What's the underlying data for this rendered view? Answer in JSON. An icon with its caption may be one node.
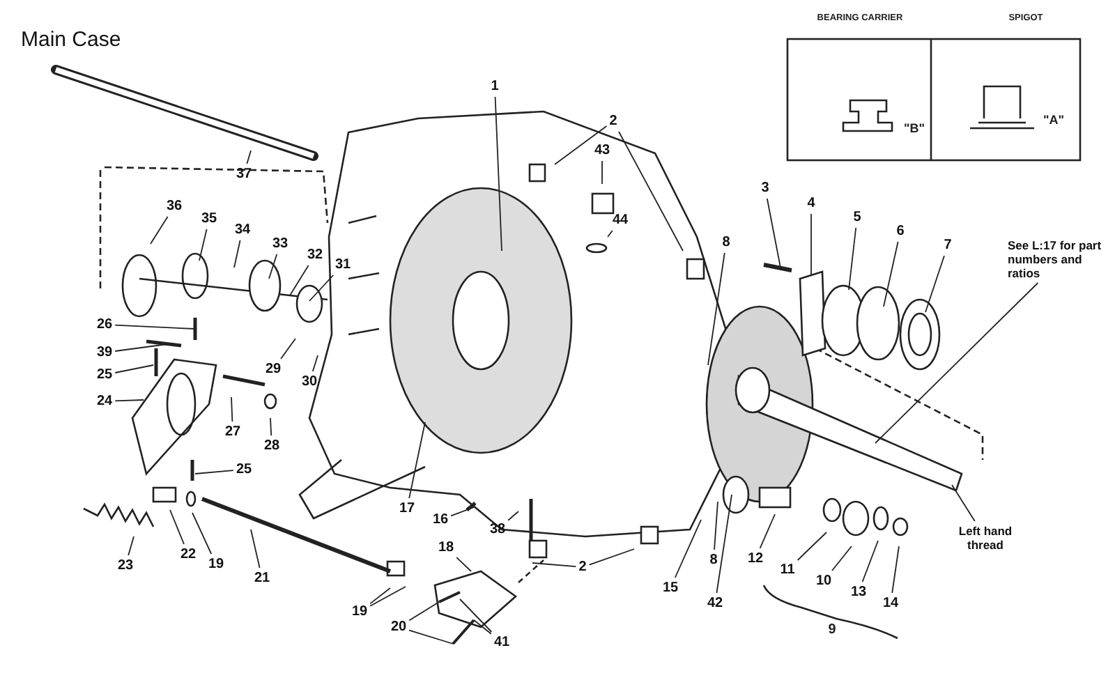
{
  "diagram": {
    "title": "Main Case",
    "nodes": [
      {
        "text": [
          "1"
        ]
      },
      {
        "text": [
          "2"
        ]
      },
      {
        "text": [
          "43"
        ]
      },
      {
        "text": [
          "44"
        ]
      },
      {
        "text": [
          "37"
        ]
      },
      {
        "text": [
          "36"
        ]
      },
      {
        "text": [
          "35"
        ]
      },
      {
        "text": [
          "34"
        ]
      },
      {
        "text": [
          "33"
        ]
      },
      {
        "text": [
          "32"
        ]
      },
      {
        "text": [
          "31"
        ]
      },
      {
        "text": [
          "3"
        ]
      },
      {
        "text": [
          "4"
        ]
      },
      {
        "text": [
          "5"
        ]
      },
      {
        "text": [
          "6"
        ]
      },
      {
        "text": [
          "7"
        ]
      },
      {
        "text": [
          "8"
        ]
      },
      {
        "text": [
          "See L:17 for part numbers and ratios"
        ]
      },
      {
        "text": [
          "26"
        ]
      },
      {
        "text": [
          "39"
        ]
      },
      {
        "text": [
          "25"
        ]
      },
      {
        "text": [
          "24"
        ]
      },
      {
        "text": [
          "29"
        ]
      },
      {
        "text": [
          "30"
        ]
      },
      {
        "text": [
          "27"
        ]
      },
      {
        "text": [
          "28"
        ]
      },
      {
        "text": [
          "25"
        ]
      },
      {
        "text": [
          "17"
        ]
      },
      {
        "text": [
          "Left hand thread"
        ]
      },
      {
        "text": [
          "16"
        ]
      },
      {
        "text": [
          "38"
        ]
      },
      {
        "text": [
          "18"
        ]
      },
      {
        "text": [
          "22"
        ]
      },
      {
        "text": [
          "19"
        ]
      },
      {
        "text": [
          "23"
        ]
      },
      {
        "text": [
          "21"
        ]
      },
      {
        "text": [
          "2"
        ]
      },
      {
        "text": [
          "19"
        ]
      },
      {
        "text": [
          "20"
        ]
      },
      {
        "text": [
          "41"
        ]
      },
      {
        "text": [
          "15"
        ]
      },
      {
        "text": [
          "8"
        ]
      },
      {
        "text": [
          "42"
        ]
      },
      {
        "text": [
          "12"
        ]
      },
      {
        "text": [
          "11"
        ]
      },
      {
        "text": [
          "10"
        ]
      },
      {
        "text": [
          "13"
        ]
      },
      {
        "text": [
          "14"
        ]
      }
    ],
    "edges": [
      {
        "from": 0,
        "to": null,
        "arrow": "none"
      },
      {
        "from": 1,
        "to": null,
        "arrow": "none"
      },
      {
        "from": 1,
        "to": null,
        "arrow": "none"
      },
      {
        "from": 2,
        "to": null,
        "arrow": "none"
      },
      {
        "from": 3,
        "to": null,
        "arrow": "none"
      },
      {
        "from": 4,
        "to": null,
        "arrow": "none"
      },
      {
        "from": 5,
        "to": null,
        "arrow": "none"
      },
      {
        "from": 6,
        "to": null,
        "arrow": "none"
      },
      {
        "from": 7,
        "to": null,
        "arrow": "none"
      },
      {
        "from": 8,
        "to": null,
        "arrow": "none"
      },
      {
        "from": 9,
        "to": null,
        "arrow": "none"
      },
      {
        "from": 10,
        "to": null,
        "arrow": "none"
      },
      {
        "from": 11,
        "to": null,
        "arrow": "none"
      },
      {
        "from": 12,
        "to": null,
        "arrow": "none"
      },
      {
        "from": 13,
        "to": null,
        "arrow": "none"
      },
      {
        "from": 14,
        "to": null,
        "arrow": "none"
      },
      {
        "from": 15,
        "to": null,
        "arrow": "none"
      },
      {
        "from": 16,
        "to": null,
        "arrow": "none"
      },
      {
        "from": 17,
        "to": null,
        "arrow": "none"
      },
      {
        "from": 18,
        "to": null,
        "arrow": "none"
      },
      {
        "from": 19,
        "to": null,
        "arrow": "none"
      },
      {
        "from": 20,
        "to": null,
        "arrow": "none"
      },
      {
        "from": 21,
        "to": null,
        "arrow": "none"
      },
      {
        "from": 22,
        "to": null,
        "arrow": "none"
      },
      {
        "from": 23,
        "to": null,
        "arrow": "none"
      },
      {
        "from": 24,
        "to": null,
        "arrow": "none"
      },
      {
        "from": 25,
        "to": null,
        "arrow": "none"
      },
      {
        "from": 26,
        "to": null,
        "arrow": "none"
      },
      {
        "from": 27,
        "to": null,
        "arrow": "none"
      },
      {
        "from": 28,
        "to": null,
        "arrow": "none"
      },
      {
        "from": 29,
        "to": null,
        "arrow": "none"
      },
      {
        "from": 30,
        "to": null,
        "arrow": "none"
      },
      {
        "from": 31,
        "to": null,
        "arrow": "none"
      },
      {
        "from": 32,
        "to": null,
        "arrow": "none"
      },
      {
        "from": 33,
        "to": null,
        "arrow": "none"
      },
      {
        "from": 34,
        "to": null,
        "arrow": "none"
      },
      {
        "from": 35,
        "to": null,
        "arrow": "none"
      },
      {
        "from": 36,
        "to": null,
        "arrow": "none"
      },
      {
        "from": 36,
        "to": null,
        "arrow": "none"
      },
      {
        "from": 37,
        "to": null,
        "arrow": "none"
      },
      {
        "from": 37,
        "to": null,
        "arrow": "none"
      },
      {
        "from": 38,
        "to": null,
        "arrow": "none"
      },
      {
        "from": 38,
        "to": null,
        "arrow": "none"
      },
      {
        "from": 39,
        "to": null,
        "arrow": "none"
      },
      {
        "from": 39,
        "to": null,
        "arrow": "none"
      },
      {
        "from": 40,
        "to": null,
        "arrow": "none"
      },
      {
        "from": 41,
        "to": null,
        "arrow": "none"
      },
      {
        "from": 42,
        "to": null,
        "arrow": "none"
      },
      {
        "from": 43,
        "to": null,
        "arrow": "none"
      },
      {
        "from": 44,
        "to": null,
        "arrow": "none"
      },
      {
        "from": 45,
        "to": null,
        "arrow": "none"
      },
      {
        "from": 46,
        "to": null,
        "arrow": "none"
      },
      {
        "from": 47,
        "to": null,
        "arrow": "none"
      }
    ],
    "labels": [
      "BEARING CARRIER",
      "SPIGOT",
      "\"B\"",
      "\"A\"",
      "9"
    ]
  }
}
